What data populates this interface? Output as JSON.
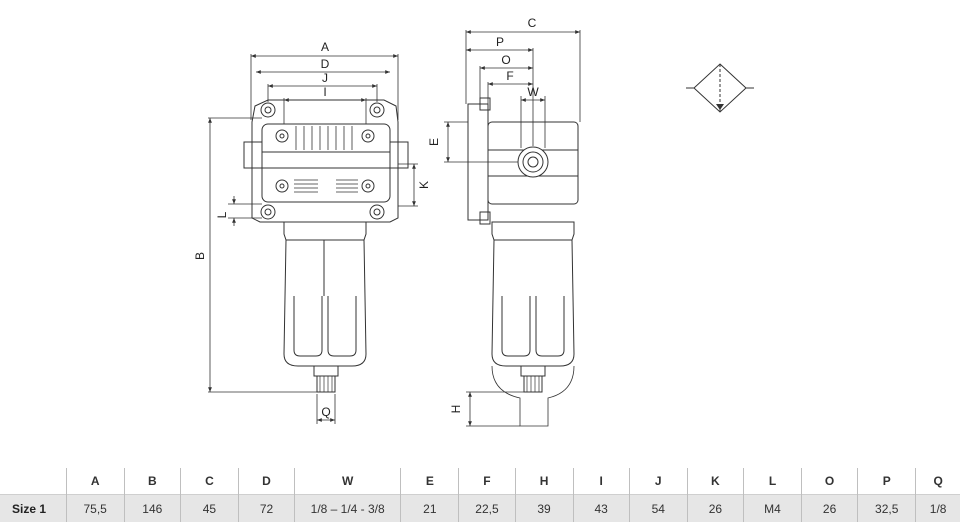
{
  "dimension_labels": {
    "A": "A",
    "B": "B",
    "C": "C",
    "D": "D",
    "E": "E",
    "F": "F",
    "H": "H",
    "I": "I",
    "J": "J",
    "K": "K",
    "L": "L",
    "O": "O",
    "P": "P",
    "Q": "Q",
    "W": "W"
  },
  "symbol": {
    "icon": "filter-symbol-icon"
  },
  "table": {
    "headers": [
      "A",
      "B",
      "C",
      "D",
      "W",
      "E",
      "F",
      "H",
      "I",
      "J",
      "K",
      "L",
      "O",
      "P",
      "Q"
    ],
    "rows": [
      {
        "label": "Size 1",
        "values": [
          "75,5",
          "146",
          "45",
          "72",
          "1/8 – 1/4 - 3/8",
          "21",
          "22,5",
          "39",
          "43",
          "54",
          "26",
          "M4",
          "26",
          "32,5",
          "1/8"
        ]
      }
    ]
  }
}
